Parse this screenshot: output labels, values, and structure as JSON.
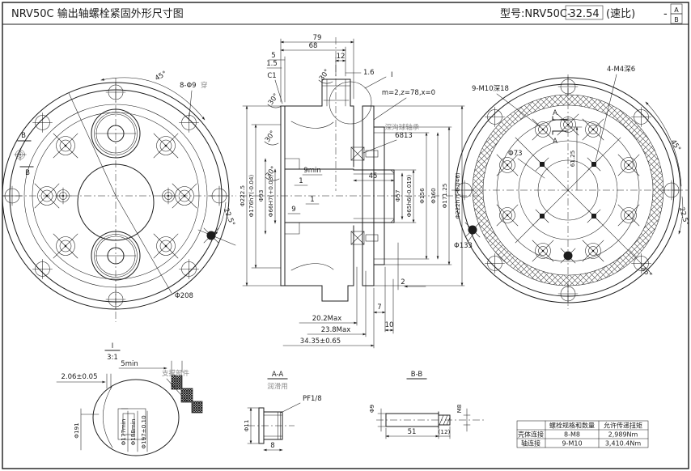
{
  "header": {
    "title": "NRV50C 输出轴螺栓紧固外形尺寸图",
    "model_label": "型号:NRV50C-",
    "ratio_value": "32.54",
    "ratio_note": "(速比)",
    "dash": "-",
    "variant_a": "A",
    "variant_b": "B"
  },
  "left": {
    "a45": "45°",
    "holes": "8-Φ9",
    "holes_suffix": "穿",
    "b": "B",
    "a225": "22.5°",
    "d208": "Φ208"
  },
  "center": {
    "d79": "79",
    "d68": "68",
    "d5": "5",
    "d15": "1.5",
    "c1": "C1",
    "d12": "12",
    "d16": "1.6",
    "a30": "30°",
    "i": "I",
    "gear": "m=2,z=78,x=0",
    "brg": "深沟球轴承",
    "brg_no": "6813",
    "dia2225": "Φ222.5",
    "dia176": "Φ176h7(-0.04)",
    "dia93": "Φ93",
    "dia66": "Φ66H7(+0.03)",
    "k9min": "9min",
    "k1": "1",
    "k9": "9",
    "d45": "45",
    "dia57": "Φ57",
    "dia65": "Φ65h6(-0.019)",
    "dia156": "Φ156",
    "dia160": "Φ160",
    "dia171": "Φ171.25",
    "dia222": "Φ222h7(-0.046)",
    "d2": "2",
    "d7": "7",
    "d10": "10",
    "m202": "20.2Max",
    "m238": "23.8Max",
    "t3435": "34.35±0.65"
  },
  "right": {
    "m10": "9-M10深18",
    "m4": "4-M4深6",
    "a": "A",
    "dia73": "Φ73",
    "h6125": "61.25",
    "dia133": "Φ133",
    "a45": "45°",
    "a225": "22.5°"
  },
  "detail": {
    "i": "I",
    "scale": "3:1",
    "min5": "5min",
    "support": "支撑部件",
    "t206": "2.06±0.05",
    "d191": "Φ191",
    "d177": "Φ177min",
    "d188": "Φ188min",
    "d197": "Φ197±0.10"
  },
  "aa": {
    "title": "A-A",
    "note": "润滑用",
    "thread": "PF1/8",
    "d11": "Φ11",
    "d8": "8"
  },
  "bb": {
    "title": "B-B",
    "d9": "Φ9",
    "m8": "M8",
    "d51": "51",
    "d12": "(12)"
  },
  "table": {
    "h2": "螺栓规格和数量",
    "h3": "允许传递扭矩",
    "rows": [
      {
        "name": "壳体连接",
        "spec": "8-M8",
        "torque": "2,989Nm"
      },
      {
        "name": "轴连接",
        "spec": "9-M10",
        "torque": "3,410.4Nm"
      }
    ]
  },
  "colors": {
    "line": "#1c1c1c",
    "gray": "#8d8d8d",
    "bg": "#ffffff"
  }
}
